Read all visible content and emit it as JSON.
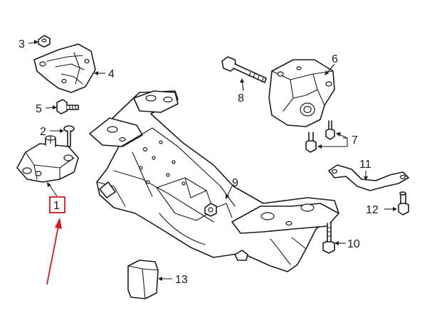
{
  "parts": [
    {
      "id": "p1",
      "number": "1"
    },
    {
      "id": "p2",
      "number": "2"
    },
    {
      "id": "p3",
      "number": "3"
    },
    {
      "id": "p4",
      "number": "4"
    },
    {
      "id": "p5",
      "number": "5"
    },
    {
      "id": "p6",
      "number": "6"
    },
    {
      "id": "p7",
      "number": "7"
    },
    {
      "id": "p8",
      "number": "8"
    },
    {
      "id": "p9",
      "number": "9"
    },
    {
      "id": "p10",
      "number": "10"
    },
    {
      "id": "p11",
      "number": "11"
    },
    {
      "id": "p12",
      "number": "12"
    },
    {
      "id": "p13",
      "number": "13"
    }
  ],
  "highlight": {
    "part_number": "1",
    "box_color": "#e0141b",
    "arrow_color": "#e0141b"
  },
  "line_color": "#1a1a1a"
}
